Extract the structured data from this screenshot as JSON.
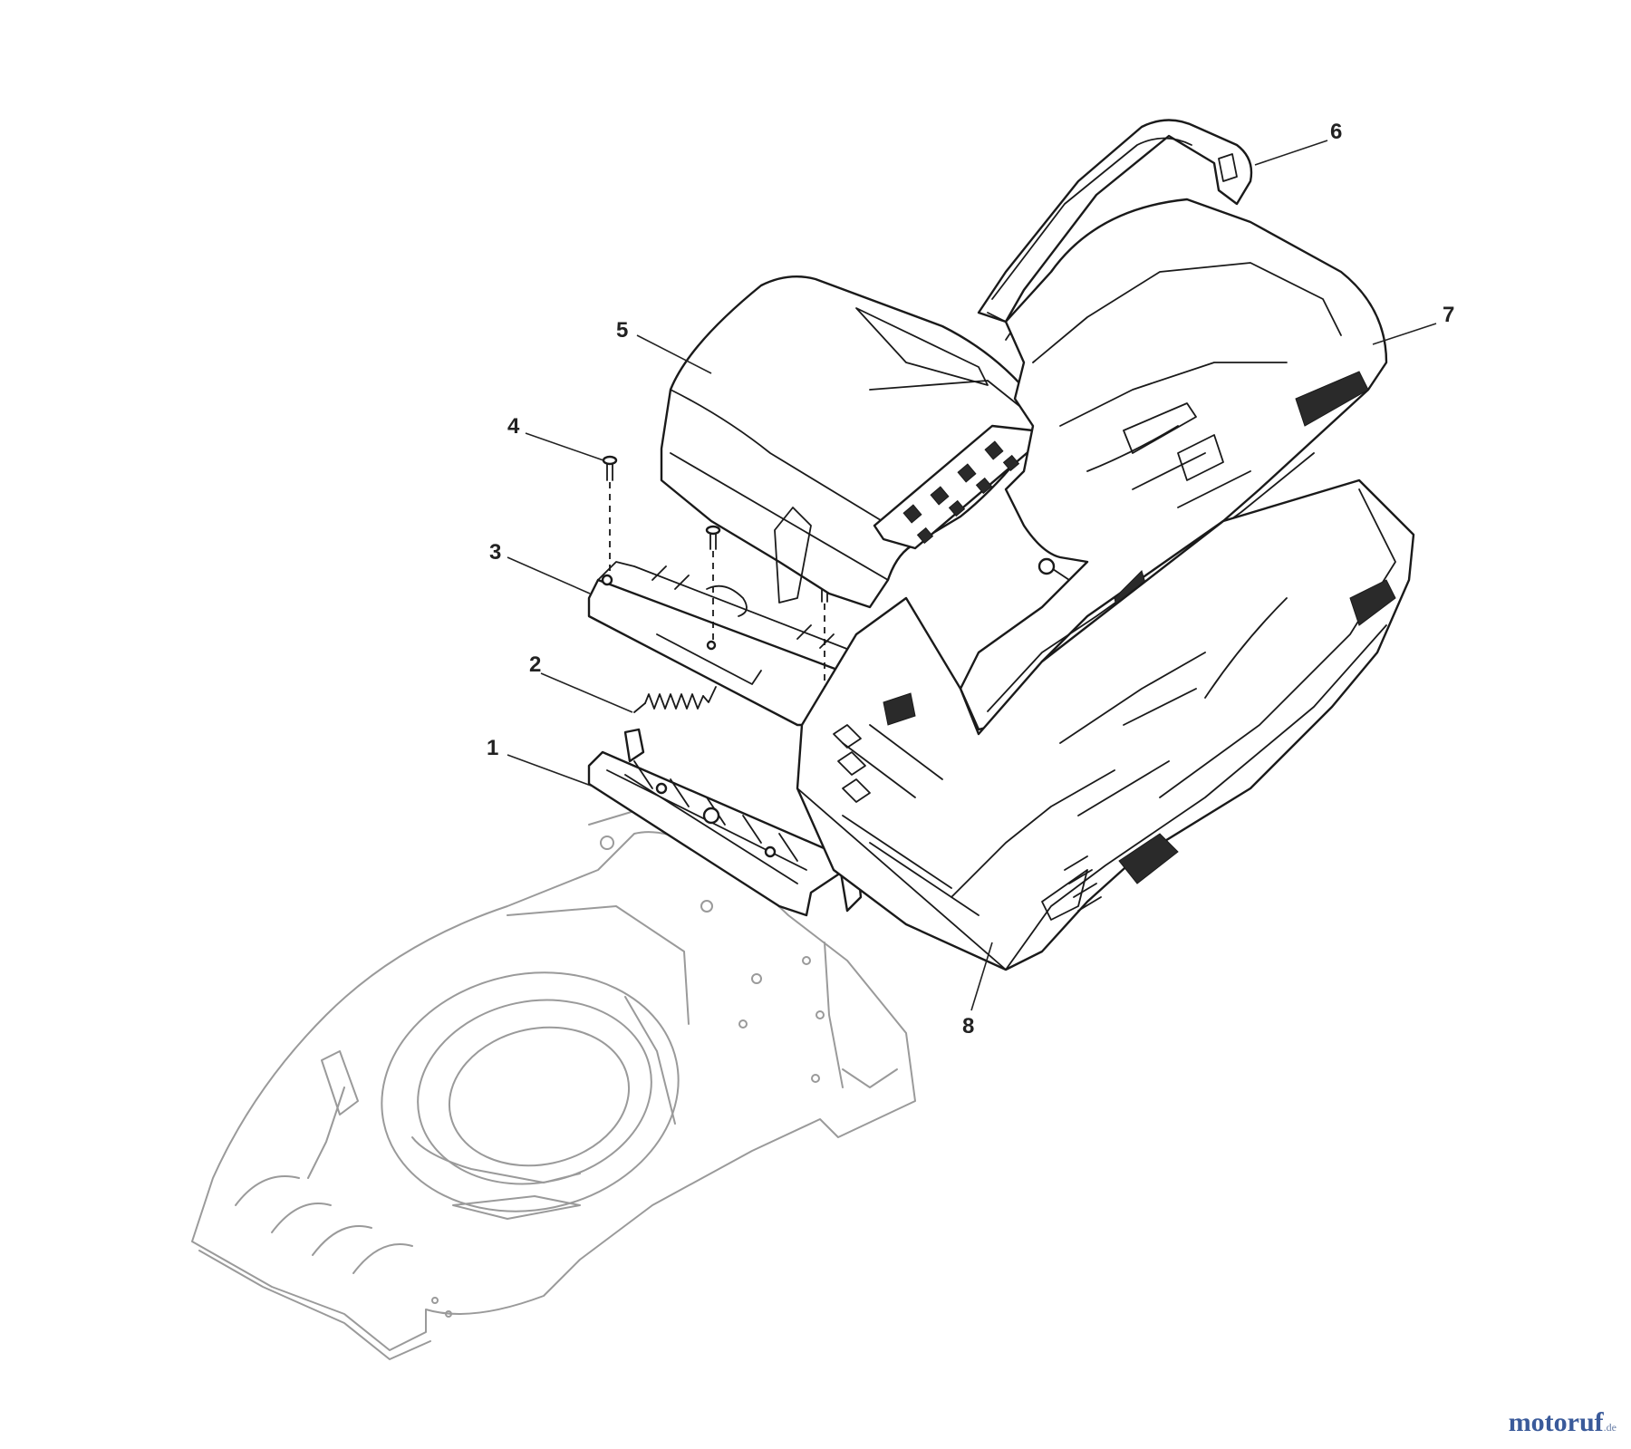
{
  "callouts": [
    {
      "id": "1",
      "label": "1"
    },
    {
      "id": "2",
      "label": "2"
    },
    {
      "id": "3",
      "label": "3"
    },
    {
      "id": "4",
      "label": "4"
    },
    {
      "id": "5",
      "label": "5"
    },
    {
      "id": "6",
      "label": "6"
    },
    {
      "id": "7",
      "label": "7"
    },
    {
      "id": "8",
      "label": "8"
    }
  ],
  "watermark": {
    "name": "motoruf",
    "suffix": ".de",
    "color": "#3a5a9a"
  }
}
